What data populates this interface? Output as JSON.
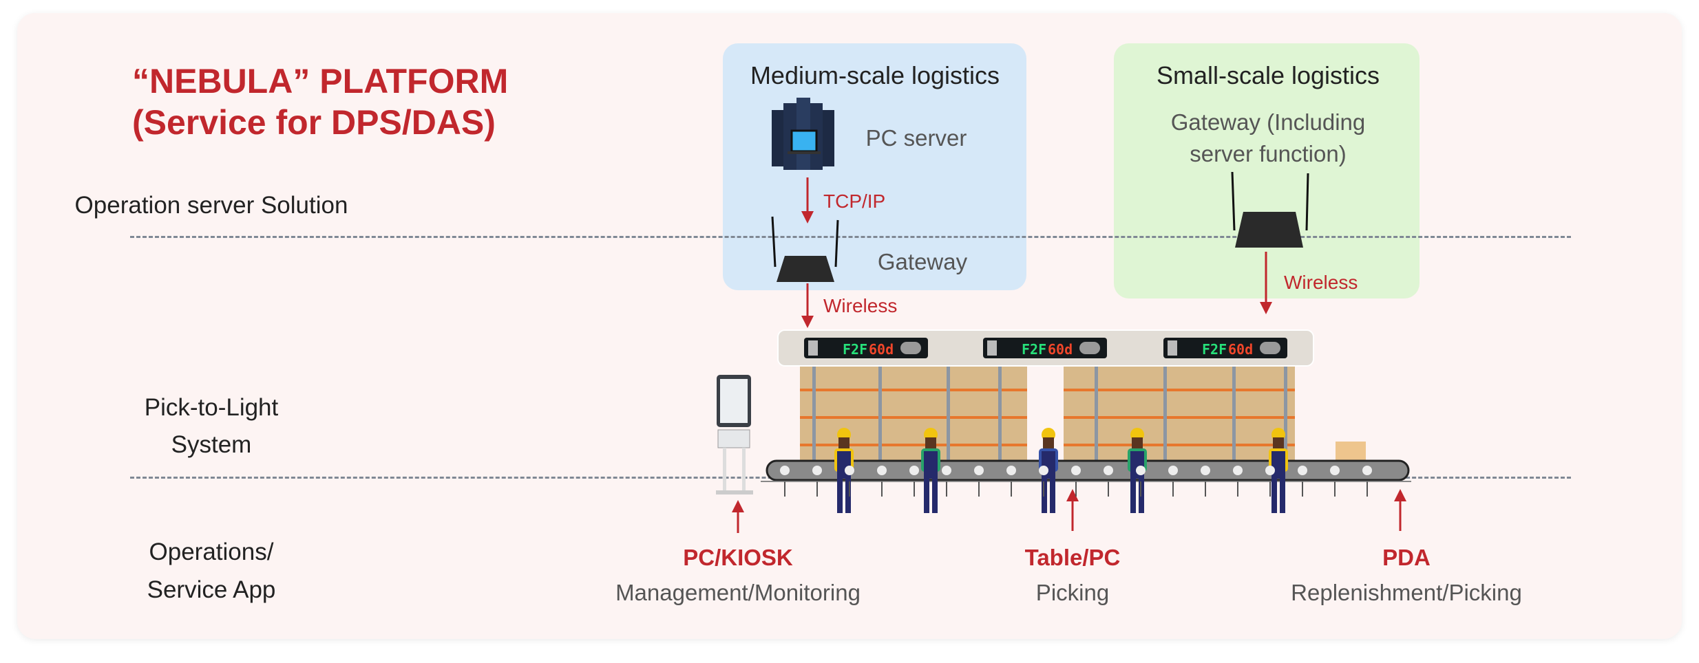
{
  "title": {
    "line1": "“NEBULA” PLATFORM",
    "line2": "(Service for DPS/DAS)"
  },
  "rows": {
    "operation_server": "Operation server Solution",
    "pick_to_light": {
      "line1": "Pick-to-Light",
      "line2": "System"
    },
    "operations_app": {
      "line1": "Operations/",
      "line2": "Service App"
    }
  },
  "medium": {
    "title": "Medium-scale logistics",
    "server_label": "PC server",
    "tcp_label": "TCP/IP",
    "gateway_label": "Gateway",
    "wireless_label": "Wireless",
    "color": "#d6e8f8"
  },
  "small": {
    "title": "Small-scale logistics",
    "gateway_line1": "Gateway (Including",
    "gateway_line2": "server function)",
    "wireless_label": "Wireless",
    "color": "#dff5d4"
  },
  "display": {
    "text_green": "F2F",
    "text_red": "60d"
  },
  "apps": [
    {
      "name": "PC/KIOSK",
      "role": "Management/Monitoring"
    },
    {
      "name": "Table/PC",
      "role": "Picking"
    },
    {
      "name": "PDA",
      "role": "Replenishment/Picking"
    }
  ],
  "colors": {
    "accent": "#c1272d",
    "background": "#fdf4f3"
  }
}
